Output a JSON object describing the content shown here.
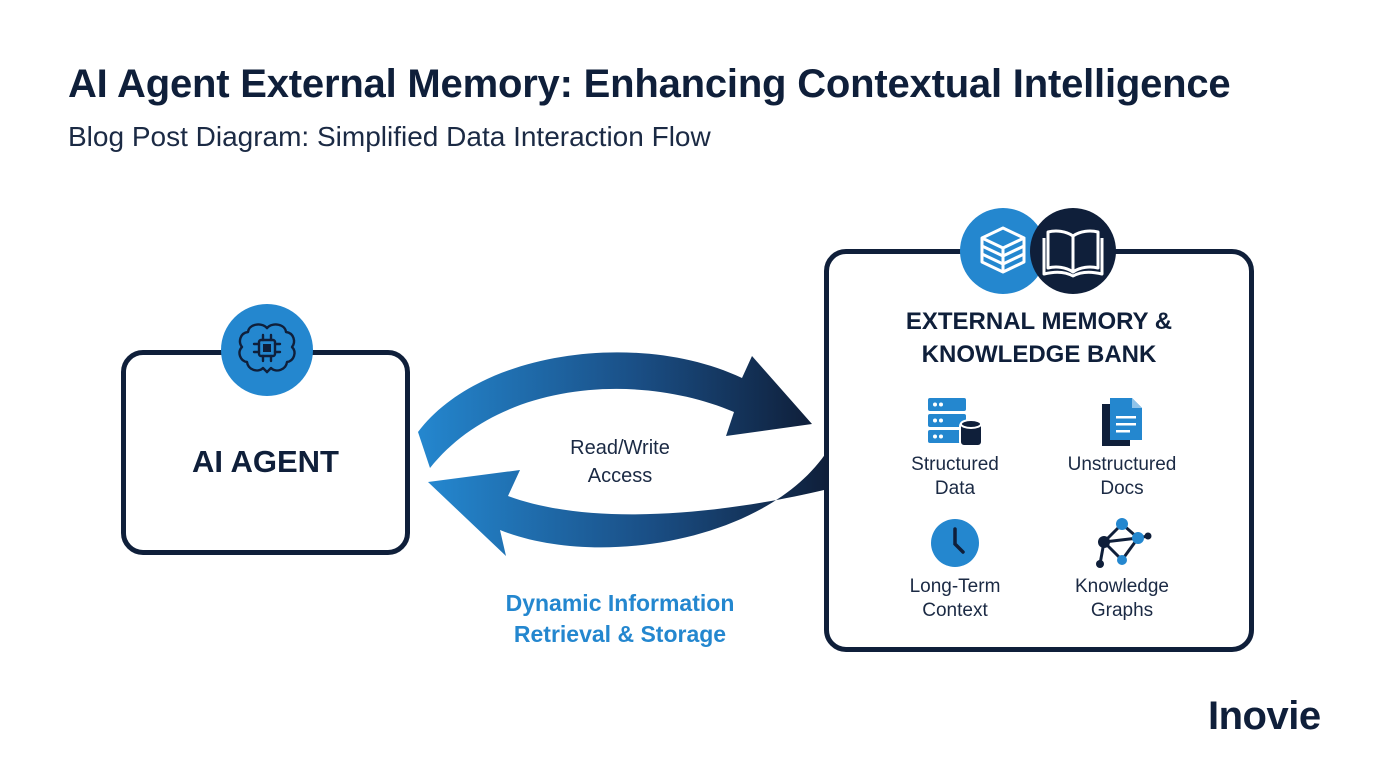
{
  "header": {
    "title": "AI Agent External Memory: Enhancing Contextual Intelligence",
    "subtitle": "Blog Post Diagram: Simplified Data Interaction Flow"
  },
  "agent": {
    "label": "AI AGENT",
    "icon": "brain-chip-icon"
  },
  "flow": {
    "label_line1": "Read/Write",
    "label_line2": "Access",
    "caption_line1": "Dynamic Information",
    "caption_line2": "Retrieval & Storage"
  },
  "memory": {
    "title_line1": "EXTERNAL MEMORY &",
    "title_line2": "KNOWLEDGE BANK",
    "header_icons": [
      "database-stack-icon",
      "open-book-icon"
    ],
    "items": [
      {
        "line1": "Structured",
        "line2": "Data",
        "icon": "server-database-icon"
      },
      {
        "line1": "Unstructured",
        "line2": "Docs",
        "icon": "document-icon"
      },
      {
        "line1": "Long-Term",
        "line2": "Context",
        "icon": "clock-icon"
      },
      {
        "line1": "Knowledge",
        "line2": "Graphs",
        "icon": "graph-nodes-icon"
      }
    ]
  },
  "brand": {
    "name": "Inovie"
  },
  "colors": {
    "navy": "#0f1f3a",
    "blue": "#2487cf"
  }
}
